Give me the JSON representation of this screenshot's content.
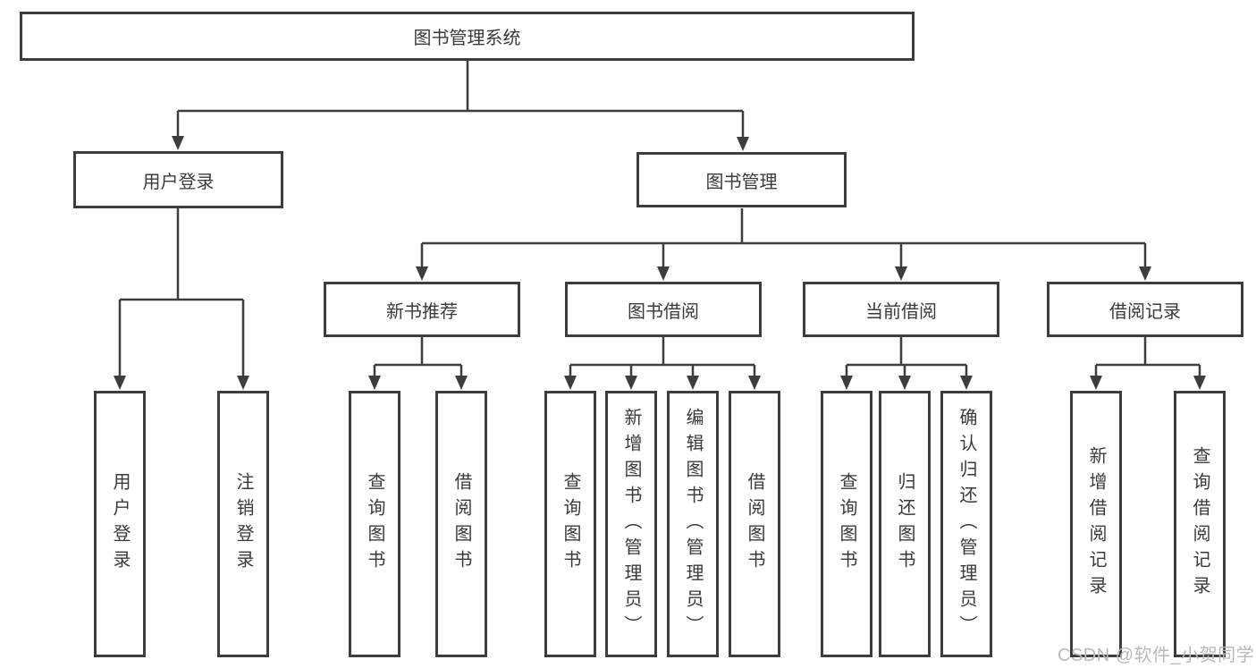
{
  "colors": {
    "line": "#3d3d3d",
    "text": "#3a3a3a",
    "background": "#ffffff",
    "watermark": "#b9b9bd"
  },
  "watermark": {
    "text": "CSDN @软件_小贺同学"
  },
  "tree": {
    "root": {
      "label": "图书管理系统"
    },
    "branches": [
      {
        "label": "用户登录",
        "children": [
          {
            "label": "用户登录"
          },
          {
            "label": "注销登录"
          }
        ]
      },
      {
        "label": "图书管理",
        "children": [
          {
            "label": "新书推荐",
            "children": [
              {
                "label": "查询图书"
              },
              {
                "label": "借阅图书"
              }
            ]
          },
          {
            "label": "图书借阅",
            "children": [
              {
                "label": "查询图书"
              },
              {
                "label": "新增图书（管理员）"
              },
              {
                "label": "编辑图书（管理员）"
              },
              {
                "label": "借阅图书"
              }
            ]
          },
          {
            "label": "当前借阅",
            "children": [
              {
                "label": "查询图书"
              },
              {
                "label": "归还图书"
              },
              {
                "label": "确认归还（管理员）"
              }
            ]
          },
          {
            "label": "借阅记录",
            "children": [
              {
                "label": "新增借阅记录"
              },
              {
                "label": "查询借阅记录"
              }
            ]
          }
        ]
      }
    ]
  }
}
